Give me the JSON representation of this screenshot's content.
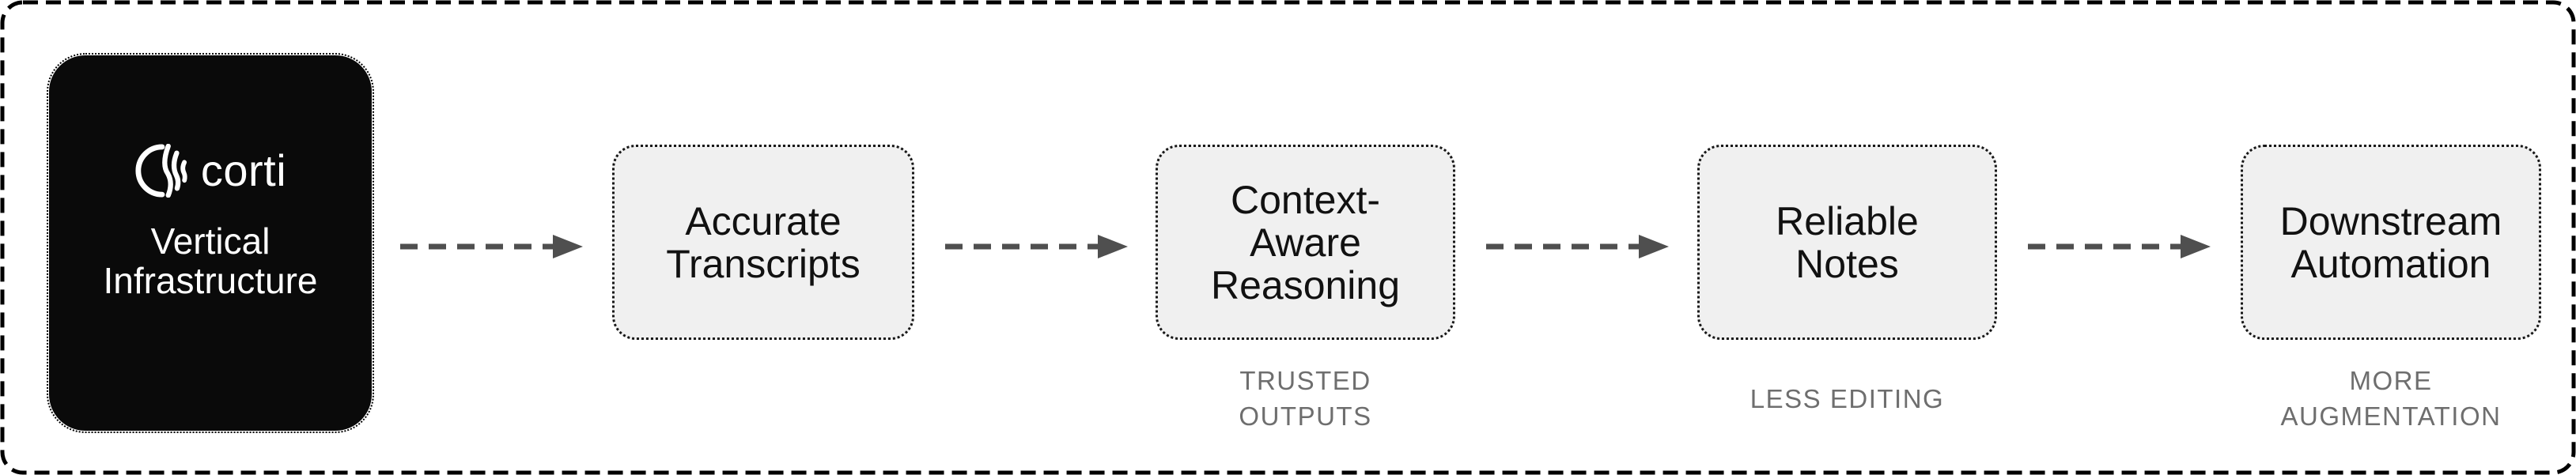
{
  "diagram": {
    "description": "Flow diagram from Corti vertical infrastructure to downstream automation"
  },
  "brand": {
    "wordmark": "corti",
    "logo_icon": "corti-waveform-icon"
  },
  "stages": [
    {
      "id": "vertical-infrastructure",
      "title": "Vertical\nInfrastructure",
      "sublabel": ""
    },
    {
      "id": "accurate-transcripts",
      "title": "Accurate\nTranscripts",
      "sublabel": ""
    },
    {
      "id": "context-aware-reasoning",
      "title": "Context-\nAware\nReasoning",
      "sublabel": "TRUSTED\nOUTPUTS"
    },
    {
      "id": "reliable-notes",
      "title": "Reliable\nNotes",
      "sublabel": "LESS EDITING"
    },
    {
      "id": "downstream-automation",
      "title": "Downstream\nAutomation",
      "sublabel": "MORE\nAUGMENTATION"
    }
  ],
  "colors": {
    "background": "#ffffff",
    "outer_border": "#000000",
    "brand_card_fill": "#0a0a0a",
    "brand_card_text": "#ffffff",
    "stage_card_fill": "#f0f0f0",
    "stage_card_border": "#161616",
    "stage_title_text": "#111111",
    "sublabel_text": "#6e6e6e",
    "arrow": "#4f4f4f"
  }
}
